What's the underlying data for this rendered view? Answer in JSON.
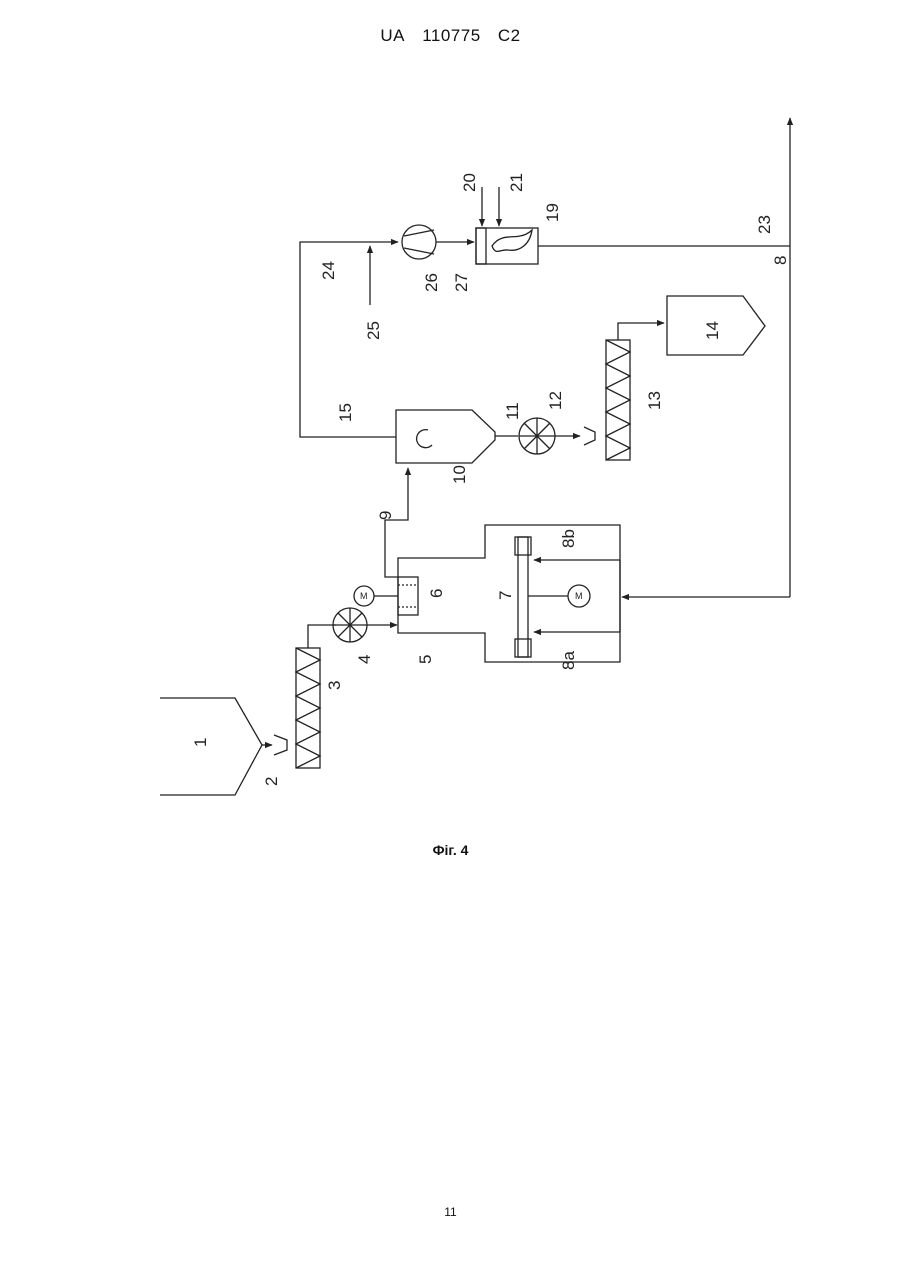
{
  "header": {
    "country": "UA",
    "number": "110775",
    "kind": "C2"
  },
  "figure": {
    "caption": "Фіг. 4",
    "labels": {
      "l1": "1",
      "l2": "2",
      "l3": "3",
      "l4": "4",
      "l5": "5",
      "l6": "6",
      "l7": "7",
      "l8": "8",
      "l8a": "8a",
      "l8b": "8b",
      "l9": "9",
      "l10": "10",
      "l11": "11",
      "l12": "12",
      "l13": "13",
      "l14": "14",
      "l15": "15",
      "l19": "19",
      "l20": "20",
      "l21": "21",
      "l23": "23",
      "l24": "24",
      "l25": "25",
      "l26": "26",
      "l27": "27",
      "motor": "M"
    }
  },
  "page_number": "11"
}
